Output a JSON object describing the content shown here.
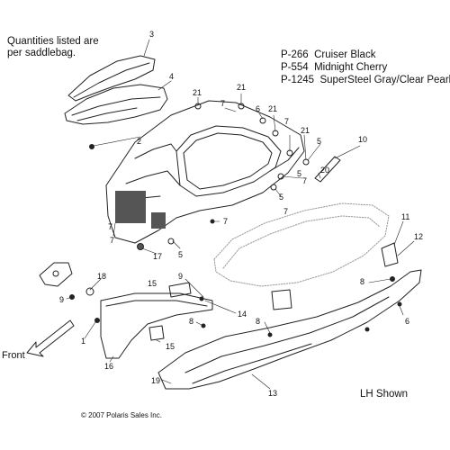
{
  "notes": {
    "quantity_line1": "Quantities listed are",
    "quantity_line2": "per saddlebag."
  },
  "paint_codes": [
    {
      "code": "P-266",
      "name": "Cruiser Black"
    },
    {
      "code": "P-554",
      "name": "Midnight Cherry"
    },
    {
      "code": "P-1245",
      "name": "SuperSteel Gray/Clear Pearl"
    }
  ],
  "direction_label": "Front",
  "side_label": "LH Shown",
  "copyright": "© 2007 Polaris Sales Inc.",
  "callouts": [
    "3",
    "4",
    "2",
    "21",
    "21",
    "7",
    "6",
    "21",
    "7",
    "21",
    "5",
    "10",
    "20",
    "5",
    "7",
    "5",
    "7",
    "7",
    "7",
    "17",
    "5",
    "11",
    "12",
    "18",
    "9",
    "15",
    "9",
    "14",
    "8",
    "8",
    "8",
    "6",
    "1",
    "15",
    "16",
    "19",
    "13",
    "7"
  ],
  "colors": {
    "line": "#222222",
    "ghost": "#9a9a9a",
    "fill_dark": "#555555"
  }
}
